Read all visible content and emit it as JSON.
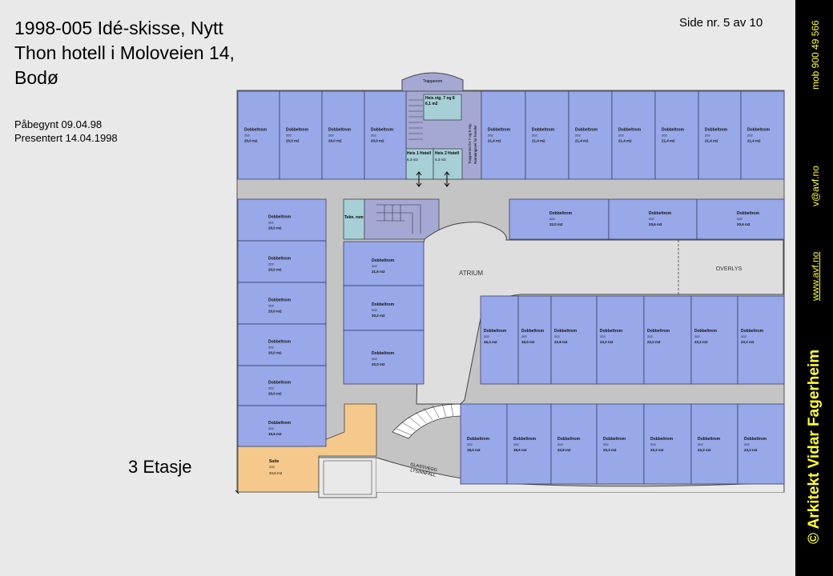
{
  "header": {
    "title": "1998-005 Idé-skisse, Nytt Thon hotell i Moloveien 14, Bodø",
    "started": "Påbegynt 09.04.98",
    "presented": "Presentert 14.04.1998",
    "page_number": "Side nr. 5 av 10"
  },
  "floor_label": "3 Etasje",
  "sidebar": {
    "phone": "mob 900 49 566",
    "email": "v@avf.no",
    "website": "www.avf.no",
    "copyright": "© Arkitekt Vidar Fagerheim"
  },
  "plan": {
    "room_label": "Dobbeltrom",
    "room_code": "202",
    "stair_top": "Trapperom",
    "lift_top": "Heis etg. 7 og 8",
    "lift_top_area": "6,1 m2",
    "lift1": "Heis 1 Hotell",
    "lift1_area": "6,3 m2",
    "lift2": "Heis 2 Hotell",
    "lift2_area": "6,3 m2",
    "shaft_note": "Trapperom for 7 og 8 etg.",
    "shaft_note2": "Rømningsvei for hotellet",
    "technical": "Tekn. rom",
    "atrium": "ATRIUM",
    "skylight": "OVERLYS",
    "suite": "Suite",
    "suite_code": "200",
    "suite_area": "34,6 m2",
    "glass_wall": "GLASSVEGG",
    "light_fall": "LYSINNFALL",
    "rooms_top_row": [
      {
        "area": "20,0 m2"
      },
      {
        "area": "20,0 m2"
      },
      {
        "area": "20,0 m2"
      },
      {
        "area": "20,0 m2"
      },
      {
        "area": "21,4 m2"
      },
      {
        "area": "21,4 m2"
      },
      {
        "area": "21,4 m2"
      },
      {
        "area": "21,4 m2"
      },
      {
        "area": "21,4 m2"
      },
      {
        "area": "21,4 m2"
      },
      {
        "area": "21,4 m2"
      }
    ],
    "rooms_left_col": [
      {
        "area": "20,0 m2"
      },
      {
        "area": "20,0 m2"
      },
      {
        "area": "20,0 m2"
      },
      {
        "area": "20,0 m2"
      },
      {
        "area": "20,0 m2"
      },
      {
        "area": "19,6 m2"
      }
    ],
    "rooms_center_col": [
      {
        "area": "21,6 m2"
      },
      {
        "area": "20,2 m2"
      },
      {
        "area": "20,0 m2"
      }
    ],
    "rooms_right_top": [
      {
        "area": "22,0 m2"
      },
      {
        "area": "20,6 m2"
      },
      {
        "area": "20,6 m2"
      }
    ],
    "rooms_middle_row": [
      {
        "area": "16,4 m2"
      },
      {
        "area": "18,0 m2"
      },
      {
        "area": "22,8 m2"
      },
      {
        "area": "23,2 m2"
      },
      {
        "area": "23,2 m2"
      },
      {
        "area": "23,2 m2"
      },
      {
        "area": "23,2 m2"
      }
    ],
    "rooms_bottom_row": [
      {
        "area": "18,0 m2"
      },
      {
        "area": "18,6 m2"
      },
      {
        "area": "22,8 m2"
      },
      {
        "area": "23,3 m2"
      },
      {
        "area": "23,2 m2"
      },
      {
        "area": "23,2 m2"
      },
      {
        "area": "23,2 m2"
      }
    ]
  },
  "colors": {
    "room": "#98a8e8",
    "corridor": "#c4c4c4",
    "atrium": "#dedede",
    "stair": "#a6a8d4",
    "lift": "#a6d0d6",
    "suite": "#f5c98c",
    "sidebar_bg": "#000000",
    "sidebar_text": "#ffff33"
  }
}
